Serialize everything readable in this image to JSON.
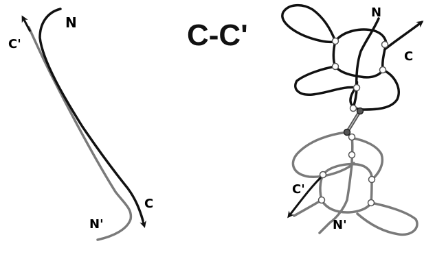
{
  "title": "C-C'",
  "left_panel": {
    "label_n": "N",
    "label_c": "C",
    "label_n_prime": "N'",
    "label_c_prime": "C'"
  },
  "right_panel": {
    "top_knot": {
      "label_n": "N",
      "label_c": "C"
    },
    "bottom_knot": {
      "label_n_prime": "N'",
      "label_c_prime": "C'"
    }
  },
  "colors": {
    "strand_c": "#111111",
    "strand_c_prime": "#7a7a7a",
    "crossing_node_fill": "#ffffff",
    "disulfide_node_fill": "#555555"
  }
}
